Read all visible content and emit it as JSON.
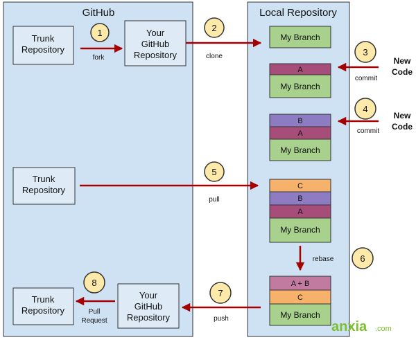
{
  "panels": {
    "github_title": "GitHub",
    "local_title": "Local Repository"
  },
  "nodes": {
    "trunk_1": "Trunk Repository",
    "your_github_1": "Your GitHub Repository",
    "trunk_2": "Trunk Repository",
    "trunk_3": "Trunk Repository",
    "your_github_2": "Your GitHub Repository"
  },
  "branches": {
    "my_branch": "My Branch",
    "a": "A",
    "b": "B",
    "c": "C",
    "a_plus_b": "A + B"
  },
  "steps": [
    "1",
    "2",
    "3",
    "4",
    "5",
    "6",
    "7",
    "8"
  ],
  "labels": {
    "fork": "fork",
    "clone": "clone",
    "commit": "commit",
    "new_code": "New Code",
    "pull": "pull",
    "rebase": "rebase",
    "push": "push",
    "pull_request": "Pull Request"
  },
  "watermark": {
    "brand": "anxia",
    "suffix": ".com"
  },
  "colors": {
    "panel_fill": "#cfe2f3",
    "node_fill": "#deebf7",
    "arrow": "#a50000",
    "circle_fill": "#fde9a9",
    "branch_green": "#a9d18e",
    "commit_a": "#a64d79",
    "commit_b": "#8e7cc3",
    "commit_c": "#f6b26b",
    "commit_ab": "#c27ba0"
  }
}
